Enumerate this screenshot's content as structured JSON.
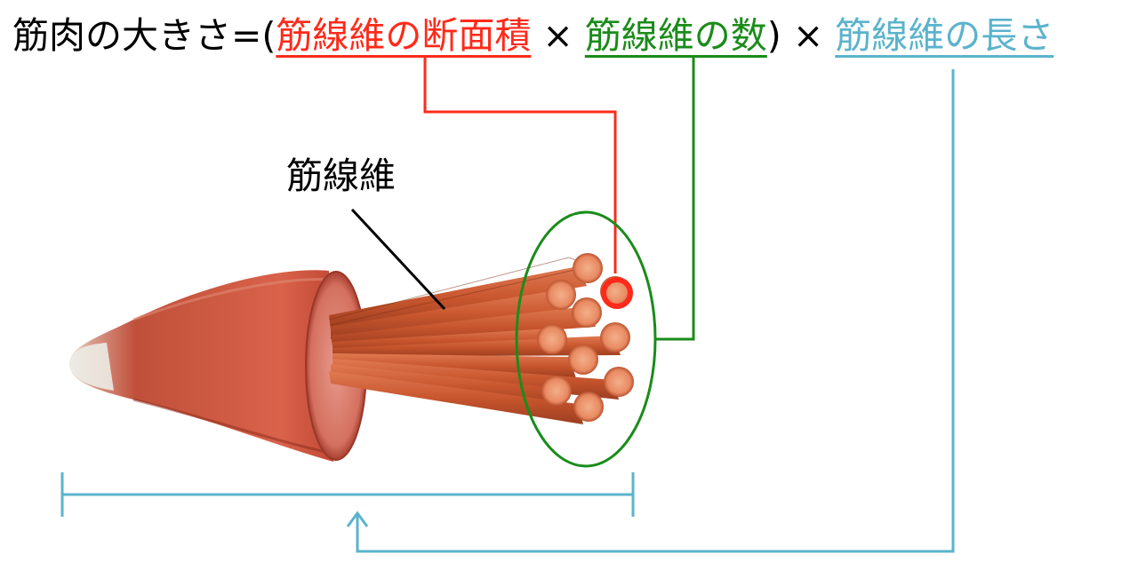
{
  "formula": {
    "prefix": "筋肉の大きさ=(",
    "cross_section": "筋線維の断面積",
    "times1": " × ",
    "count": "筋線維の数",
    "close": ")",
    "times2": " × ",
    "length": "筋線維の長さ"
  },
  "labels": {
    "fiber": "筋線維"
  },
  "colors": {
    "cross_section": "#ff2a1a",
    "count": "#1a8c1a",
    "length": "#5bb3cc",
    "muscle": "#c8503a"
  }
}
